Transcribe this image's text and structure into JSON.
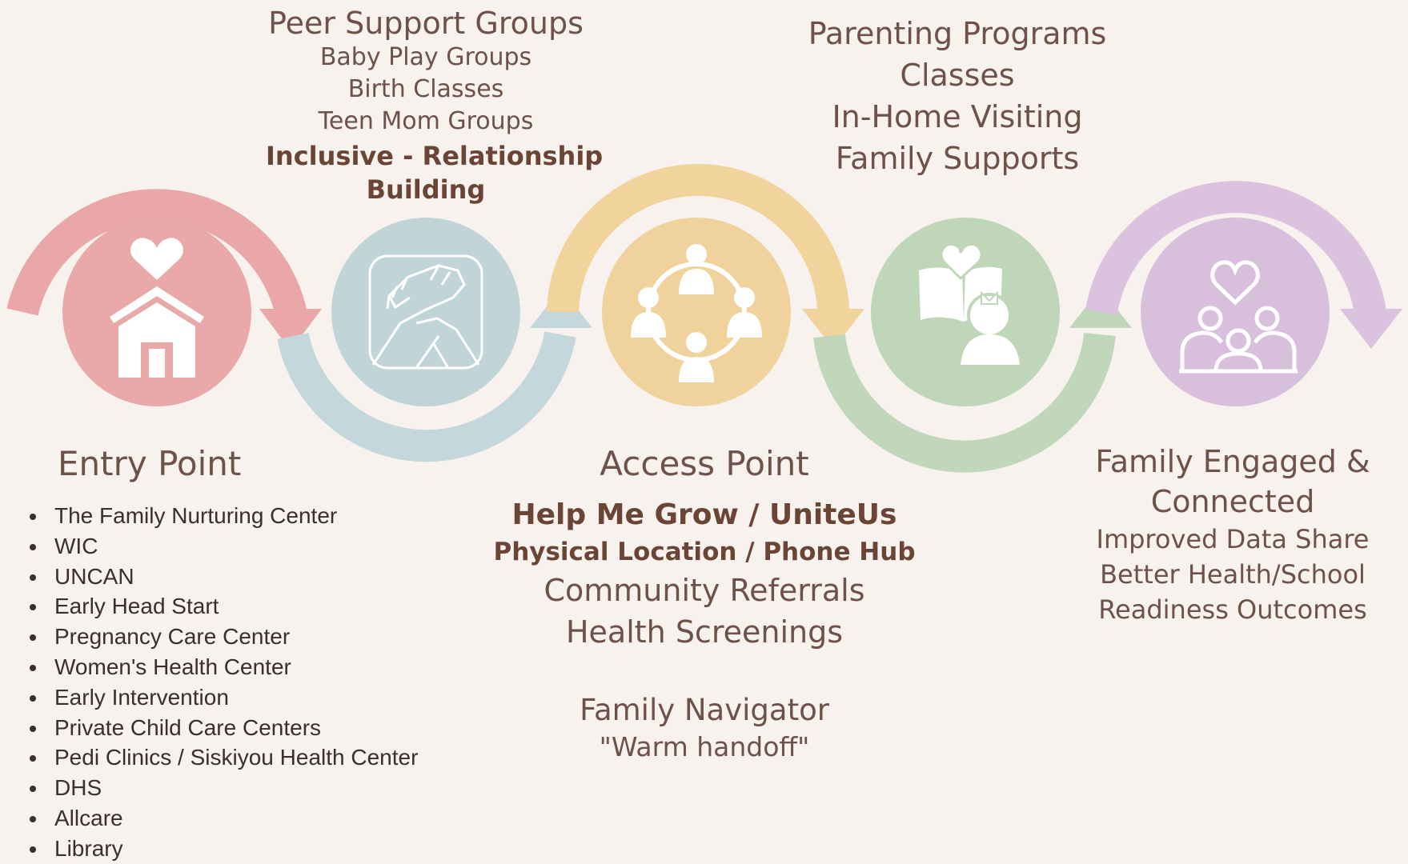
{
  "stages": [
    {
      "id": "entry",
      "color": "#e9a9a9",
      "arrow_color": "#eaa7a7",
      "icon": "heart-house-icon"
    },
    {
      "id": "peer",
      "color": "#c1d5d9",
      "arrow_color": "#c4d7dc",
      "icon": "handshake-icon"
    },
    {
      "id": "access",
      "color": "#f0d39c",
      "arrow_color": "#f1d49c",
      "icon": "people-circle-icon"
    },
    {
      "id": "parenting",
      "color": "#c0d6b8",
      "arrow_color": "#c0d7b9",
      "icon": "parent-reading-child-icon"
    },
    {
      "id": "engaged",
      "color": "#d8c0dc",
      "arrow_color": "#dbc2de",
      "icon": "family-heart-icon"
    }
  ],
  "peer_support": {
    "title": "Peer Support Groups",
    "items": [
      "Baby Play Groups",
      "Birth Classes",
      "Teen Mom Groups"
    ],
    "emphasis_line1": "Inclusive - Relationship",
    "emphasis_line2": "Building"
  },
  "parenting": {
    "lines": [
      "Parenting Programs",
      "Classes",
      "In-Home Visiting",
      "Family Supports"
    ]
  },
  "entry_point": {
    "title": "Entry Point",
    "items": [
      "The Family Nurturing Center",
      "WIC",
      "UNCAN",
      "Early Head Start",
      "Pregnancy Care Center",
      "Women's Health Center",
      "Early Intervention",
      "Private Child Care Centers",
      "Pedi Clinics / Siskiyou Health Center",
      "DHS",
      "Allcare",
      "Library"
    ]
  },
  "access_point": {
    "title": "Access Point",
    "bold1": "Help Me Grow / UniteUs",
    "bold2": "Physical Location / Phone Hub",
    "lines": [
      "Community Referrals",
      "Health Screenings"
    ],
    "navigator": "Family Navigator",
    "handoff": "\"Warm handoff\""
  },
  "engaged": {
    "title_line1": "Family Engaged &",
    "title_line2": "Connected",
    "lines": [
      "Improved Data Share",
      "Better Health/School",
      "Readiness Outcomes"
    ]
  }
}
